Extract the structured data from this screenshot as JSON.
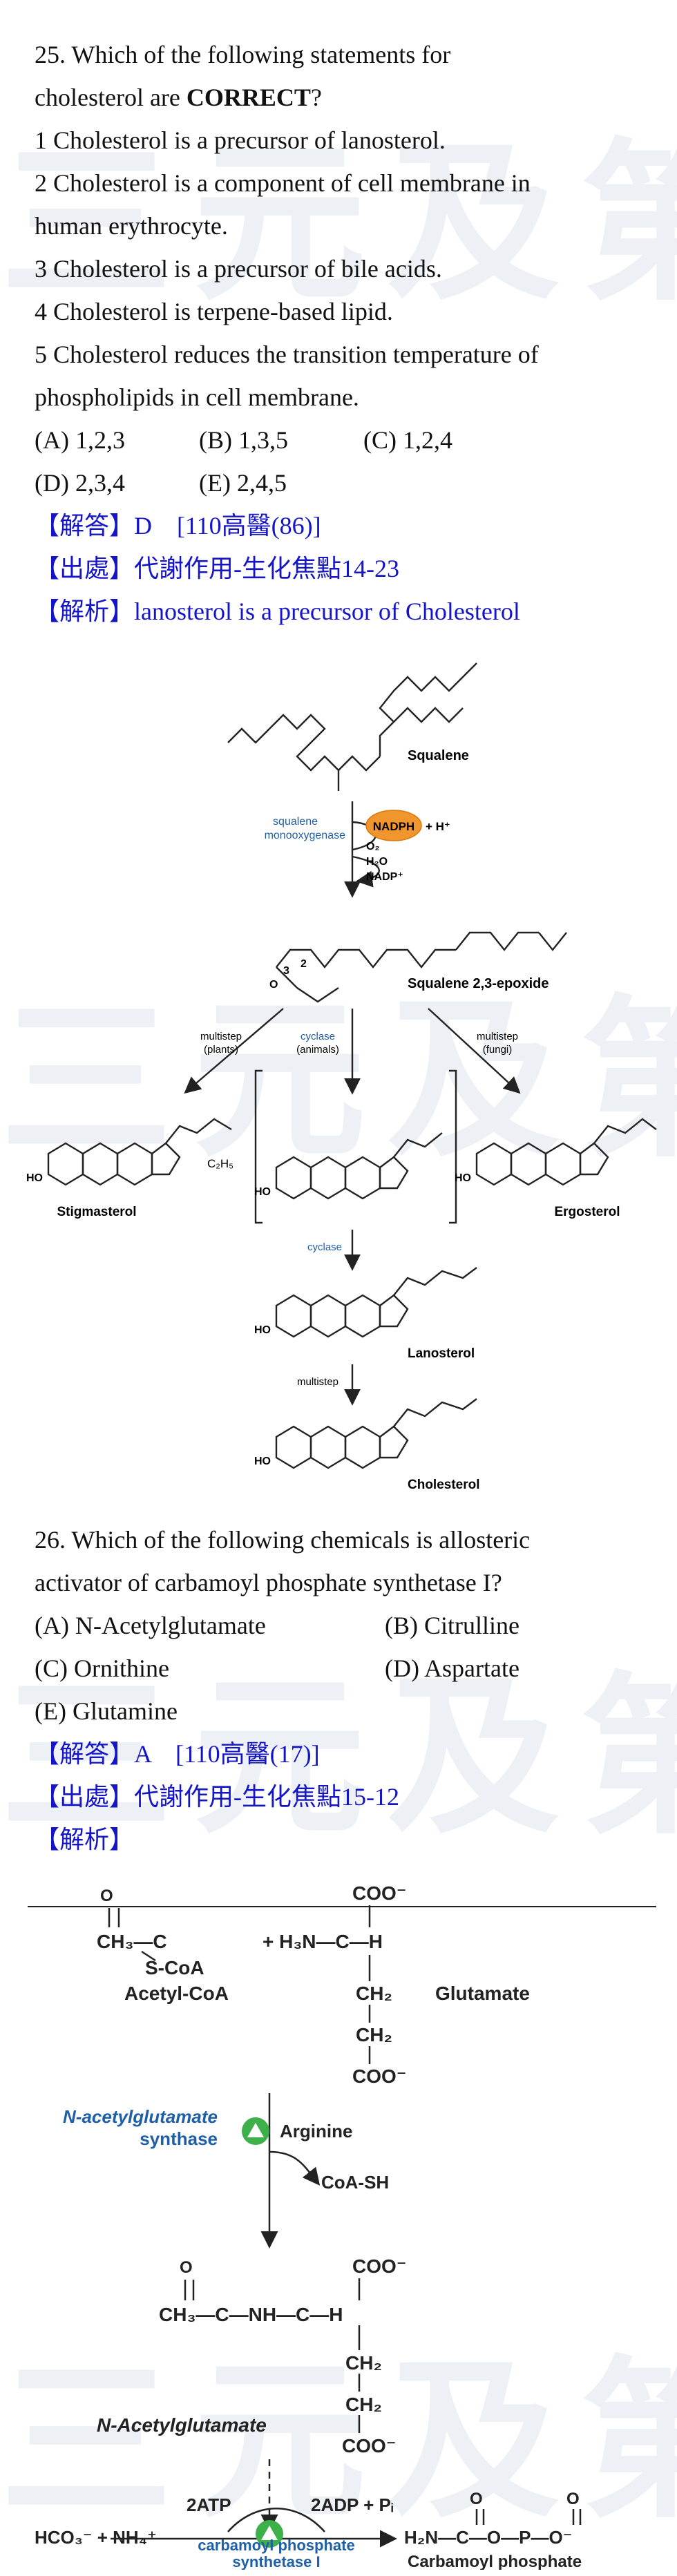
{
  "watermark": "三元及第",
  "q25": {
    "stem_1": "25. Which of the following statements for",
    "stem_2a": "cholesterol are ",
    "stem_2b": "CORRECT",
    "stem_2c": "?",
    "statements": [
      "1 Cholesterol is a precursor of lanosterol.",
      "2 Cholesterol is a component of cell membrane in",
      "human erythrocyte.",
      "3 Cholesterol is a precursor of bile acids.",
      "4 Cholesterol is terpene-based lipid.",
      "5 Cholesterol reduces the transition temperature of",
      "phospholipids in cell membrane."
    ],
    "options": [
      "(A) 1,2,3",
      "(B) 1,3,5",
      "(C) 1,2,4",
      "(D) 2,3,4",
      "(E) 2,4,5"
    ],
    "answer": "【解答】D　[110高醫(86)]",
    "source": "【出處】代謝作用-生化焦點14-23",
    "explain": "【解析】lanosterol is a precursor of Cholesterol"
  },
  "fig1": {
    "squalene": "Squalene",
    "enzyme1": "squalene",
    "enzyme2": "monooxygenase",
    "nadph": "NADPH",
    "h_plus": "+ H⁺",
    "o2": "O₂",
    "h2o": "H₂O",
    "nadp": "NADP⁺",
    "epoxide": "Squalene 2,3-epoxide",
    "multistep": "multistep",
    "plants": "(plants)",
    "cyclase": "cyclase",
    "animals": "(animals)",
    "fungi": "(fungi)",
    "stigmasterol": "Stigmasterol",
    "ergosterol": "Ergosterol",
    "lanosterol": "Lanosterol",
    "cholesterol": "Cholesterol",
    "ho": "HO",
    "c2h5": "C₂H₅",
    "label_3": "3",
    "label_2": "2",
    "label_o": "O"
  },
  "q26": {
    "stem_1": "26. Which of the following chemicals is allosteric",
    "stem_2": "activator of carbamoyl phosphate synthetase I?",
    "options": [
      "(A) N-Acetylglutamate",
      "(B) Citrulline",
      "(C) Ornithine",
      "(D) Aspartate",
      "(E) Glutamine"
    ],
    "answer": "【解答】A　[110高醫(17)]",
    "source": "【出處】代謝作用-生化焦點15-12",
    "explain": "【解析】"
  },
  "fig2": {
    "acetyl_coa": "Acetyl-CoA",
    "glutamate": "Glutamate",
    "ch3c": "CH₃—C",
    "scoa": "S-CoA",
    "plus_h3n": "+ H₃N—C—H",
    "coo": "COO⁻",
    "ch2": "CH₂",
    "nags_1": "N-acetylglutamate",
    "nags_2": "synthase",
    "arginine": "Arginine",
    "coash": "CoA-SH",
    "nag_chain": "CH₃—C—NH—C—H",
    "nag_name": "N-Acetylglutamate",
    "atp": "2ATP",
    "adp": "2ADP + Pᵢ",
    "hco3": "HCO₃⁻ + NH₄⁺",
    "cps_1": "carbamoyl phosphate",
    "cps_2": "synthetase I",
    "carb_formula": "H₂N—C—O—P—O⁻",
    "carb_name": "Carbamoyl phosphate",
    "plus_sign": "+",
    "o_label": "O"
  }
}
